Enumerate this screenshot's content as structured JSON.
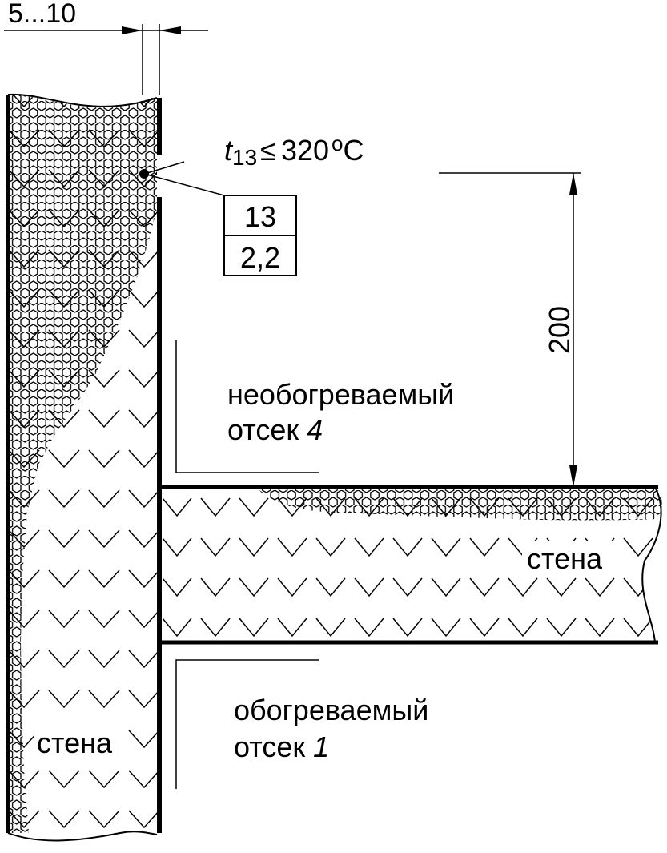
{
  "dimensions": {
    "gap": "5...10",
    "height": "200"
  },
  "temperature": {
    "symbol": "t",
    "subscript": "13",
    "operator": "≤",
    "value": "320",
    "degree": "o",
    "unit": "C"
  },
  "callout": {
    "number": "13",
    "value": "2,2"
  },
  "compartments": {
    "unheated_line1": "необогреваемый",
    "unheated_line2": "отсек",
    "unheated_number": "4",
    "heated_line1": "обогреваемый",
    "heated_line2": "отсек",
    "heated_number": "1"
  },
  "walls": {
    "horizontal": "стена",
    "vertical": "стена"
  },
  "colors": {
    "ink": "#000000",
    "paper": "#ffffff"
  }
}
